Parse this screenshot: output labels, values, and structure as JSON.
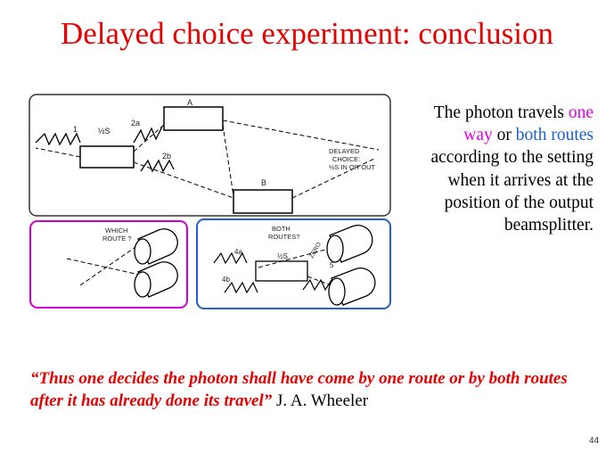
{
  "slide": {
    "title": "Delayed choice experiment: conclusion",
    "side_text": {
      "part1": "The photon travels",
      "one_way": "one way",
      "or": "or",
      "both": "both",
      "routes": "routes",
      "part2": "according to the setting when it arrives at the position of the output beamsplitter."
    },
    "quote": {
      "text": "“Thus one decides the photon shall have come by one route or by both routes after it has already done its travel”",
      "author": "J. A. Wheeler"
    },
    "page_number": "44"
  },
  "diagram": {
    "labels": {
      "a": "A",
      "b": "B",
      "n1": "1",
      "half_s": "½S",
      "n2a": "2a",
      "n2b": "2b",
      "delayed_choice_line1": "DELAYED",
      "delayed_choice_line2": "CHOICE:",
      "delayed_choice_line3": "½S IN OR OUT",
      "which_route_line1": "WHICH",
      "which_route_line2": "ROUTE ?",
      "both_routes_line1": "BOTH",
      "both_routes_line2": "ROUTES?",
      "zero": "ZERO",
      "n4a": "4a",
      "n4b": "4b",
      "n5": "5",
      "half_s2": "½S"
    },
    "colors": {
      "top_frame": "#333333",
      "which_frame": "#d000d0",
      "both_frame": "#2060d0"
    }
  }
}
